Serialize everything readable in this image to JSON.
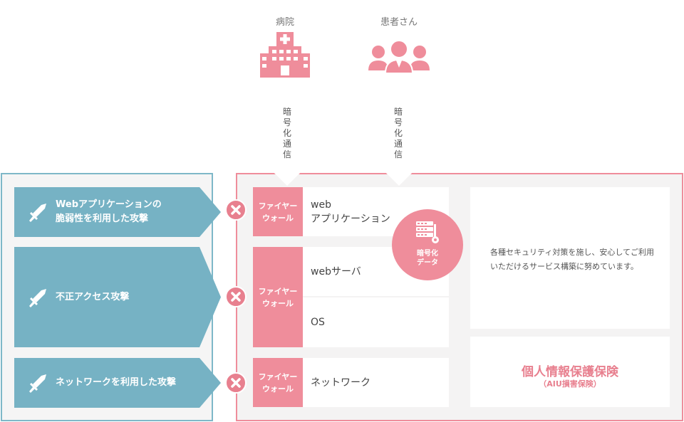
{
  "top": {
    "hospital_label": "病院",
    "patients_label": "患者さん",
    "hospital_comm": "暗\n号\n化\n通\n信",
    "patients_comm": "暗\n号\n化\n通\n信"
  },
  "attacks": [
    {
      "label": "Webアプリケーションの\n脆弱性を利用した攻撃"
    },
    {
      "label": "不正アクセス攻撃"
    },
    {
      "label": "ネットワークを利用した攻撃"
    }
  ],
  "firewall_label": "ファイヤー\nウォール",
  "servers": {
    "web_app": "web\nアプリケーション",
    "web_server": "webサーバ",
    "os": "OS",
    "network": "ネットワーク"
  },
  "encrypted_data": "暗号化\nデータ",
  "description": "各種セキュリティ対策を施し、安心してご利用いただけるサービス構築に努めています。",
  "insurance": {
    "title": "個人情報保護保険",
    "subtitle": "（AIU損害保険）"
  },
  "colors": {
    "pink": "#ef8d9b",
    "blue": "#76b2c4",
    "panel_bg": "#f4f3f3"
  },
  "icons": [
    "hospital-icon",
    "people-icon",
    "sword-icon",
    "block-x-icon",
    "server-lock-icon"
  ]
}
